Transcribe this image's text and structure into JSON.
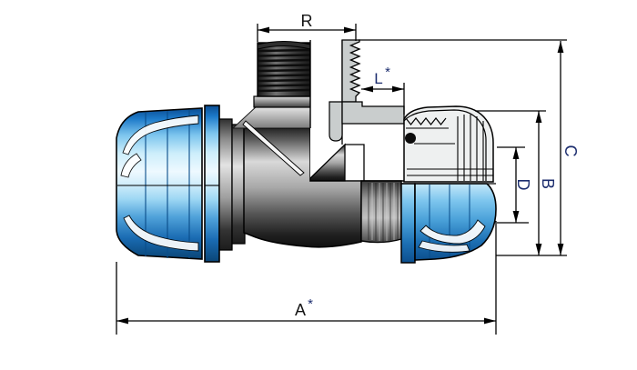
{
  "diagram": {
    "type": "technical-drawing",
    "subject": "compression tee fitting with male thread, half cross-section",
    "background": "#ffffff",
    "line_color": "#000000",
    "colors": {
      "nut_blue_dark": "#0a4a8c",
      "nut_blue_mid": "#3b97d8",
      "nut_blue_light": "#d9f1fc",
      "body_grey_light": "#d6d6d6",
      "body_grey_dark": "#1f1f1f",
      "section_material_grey": "#c9cdcd",
      "label_black": "#141414",
      "label_navy": "#1c2d6e"
    },
    "dimensions": {
      "R": {
        "label": "R",
        "star": ""
      },
      "L": {
        "label": "L",
        "star": "*"
      },
      "C": {
        "label": "C",
        "star": ""
      },
      "B": {
        "label": "B",
        "star": ""
      },
      "D": {
        "label": "D",
        "star": ""
      },
      "A": {
        "label": "A",
        "star": "*"
      }
    }
  }
}
